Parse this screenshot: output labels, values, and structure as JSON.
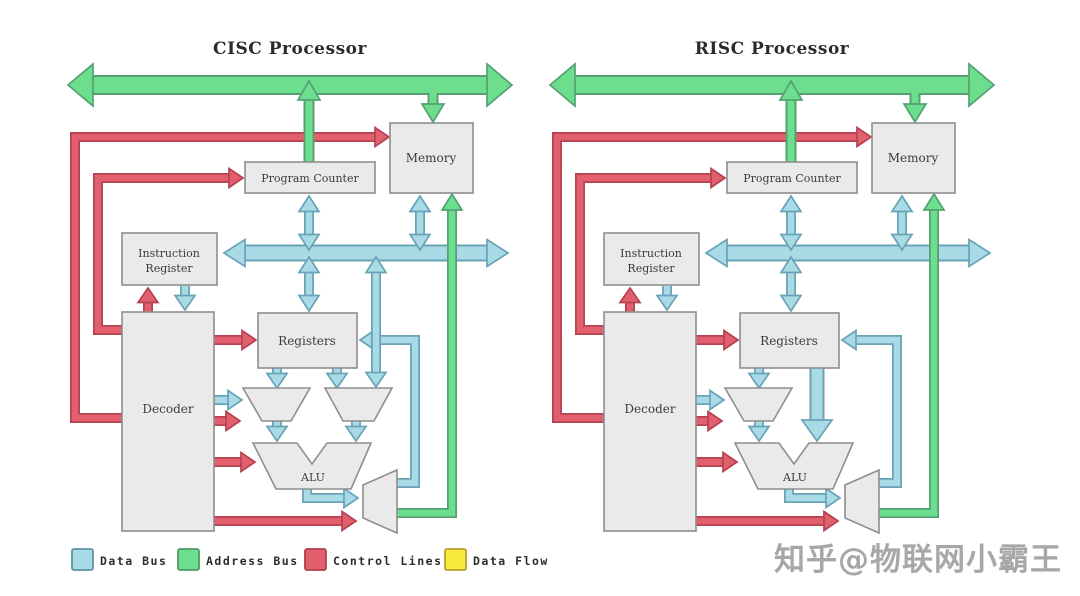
{
  "panels": [
    {
      "id": "cisc",
      "title": "CISC Processor"
    },
    {
      "id": "risc",
      "title": "RISC Processor"
    }
  ],
  "nodes": {
    "memory": "Memory",
    "program_counter": "Program Counter",
    "instruction_register_line1": "Instruction",
    "instruction_register_line2": "Register",
    "decoder": "Decoder",
    "registers": "Registers",
    "alu": "ALU"
  },
  "legend": {
    "items": [
      {
        "label": "Data Bus",
        "color": "#A9DBE6",
        "border": "#5C93A6"
      },
      {
        "label": "Address Bus",
        "color": "#6CDE8E",
        "border": "#4D9B68"
      },
      {
        "label": "Control Lines",
        "color": "#E2606E",
        "border": "#B03E4E"
      },
      {
        "label": "Data Flow",
        "color": "#F8E93C",
        "border": "#B5A02C"
      }
    ]
  },
  "watermark": "知乎@物联网小霸王",
  "colors": {
    "data_bus": "#A9DBE6",
    "address_bus": "#6CDE8E",
    "control_lines": "#E2606E",
    "data_flow": "#F8E93C",
    "box_fill": "#EAEAEA",
    "box_border": "#8E8E8E",
    "background": "#FFFFFF"
  }
}
